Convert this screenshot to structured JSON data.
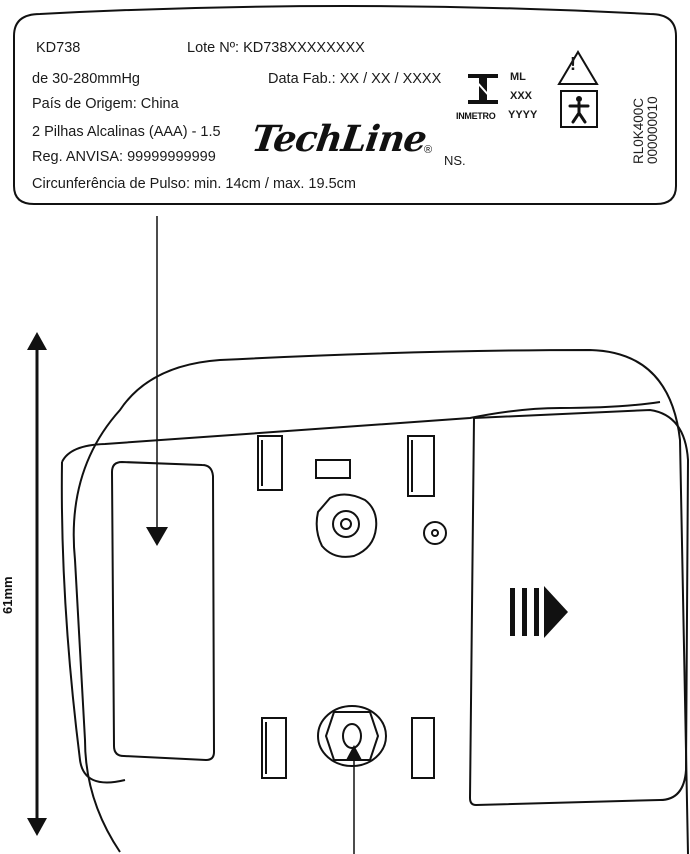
{
  "label": {
    "model": "KD738",
    "lot": "Lote Nº: KD738XXXXXXXX",
    "range": "de 30-280mmHg",
    "mfg_date": "Data Fab.: XX / XX / XXXX",
    "origin": "País de Origem: China",
    "batteries": "2 Pilhas Alcalinas (AAA) - 1.5",
    "anvisa": "Reg. ANVISA: 99999999999",
    "ns": "NS.",
    "circumference": "Circunferência de Pulso: min. 14cm / max. 19.5cm",
    "brand": "TechLine",
    "brand_mark": "®",
    "cert_ml": "ML",
    "cert_xxx": "XXX",
    "cert_yyyy": "YYYY",
    "inmetro": "INMETRO",
    "code_line1": "RL0K400C",
    "code_line2": "000000010",
    "warning_symbol": "!"
  },
  "dimension": {
    "height_label": "61mm"
  },
  "icons": {
    "warning": "warning-triangle-icon",
    "patient_type": "bf-applied-part-icon",
    "inmetro": "inmetro-logo-icon",
    "slide_arrow": "slide-open-arrow-icon"
  },
  "colors": {
    "line": "#111111",
    "background": "#ffffff"
  }
}
